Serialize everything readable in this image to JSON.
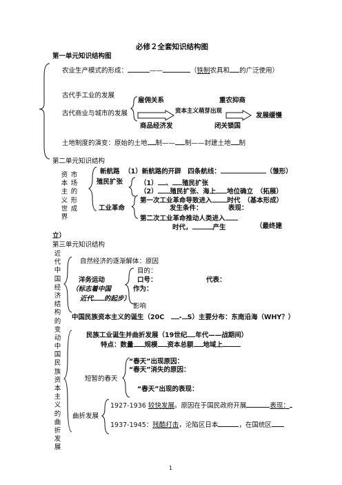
{
  "title": "必修２全套知识结构图",
  "unit1": {
    "heading": "第一单元知识结构图",
    "agri": {
      "label": "农业生产模式的形成：",
      "dash": "——",
      "open": "（",
      "tool": "铁制",
      "mid": "农具和",
      "tail": "的广泛使用）"
    },
    "handicraft": "古代手工业的发展",
    "employment": "雇佣关系",
    "heavy_agri": "重农抑商",
    "commerce": "古代商业与城市的发展",
    "sprout": "资本主义萌芽出现",
    "slow": "发展缓慢",
    "commodity": "商品经济发",
    "closed": "闭关锁国",
    "land": {
      "label": "土地制度的演变：原始的土地",
      "s1": "制——",
      "s2": "制——封建土地",
      "s3": "制"
    }
  },
  "unit2": {
    "heading": "第二单元知识结构",
    "vertical": "资本主义世界市场的形成",
    "route_prefix": "新航路",
    "route_text": "（1）新航路的开辟　四条航线：",
    "route_tail": "（雏形）",
    "colonial": "殖民扩张",
    "c1_a": "（1）",
    "c1_b": "、",
    "c1_c": "殖民扩张",
    "c2_a": "（2）",
    "c2_b": "殖民扩张、海上",
    "c2_c": "地位确立　（拓展）",
    "ind_rev": "工业革命",
    "ir1_a": "第一次工业革命导致进入",
    "ir1_b": "时代　（基本形成）",
    "ir_cond": "发生条件：",
    "ir_perf": "表现：",
    "ir2": "第二次工业革命推动人类进入",
    "era": "时代，",
    "produce": "产生",
    "final": "（最终建",
    "final2": "立）"
  },
  "unit3": {
    "heading": "第三单元知识结构",
    "vertical": "近代中国经济结构的变动",
    "natural": "自然经济的逐渐解体：原因",
    "purpose": "目的：",
    "yangwu": "洋务运动",
    "slogan": "口号：",
    "representative": "代表：",
    "marker": "（标志着中国",
    "start_a": "近代",
    "start_b": "的起步）",
    "effect": "作为：",
    "influence": "影响",
    "birth": "中国民族资本主义的诞生（20C　",
    "birth_b": "-",
    "birth_c": "S）主要分布：东南沿海（WHY？）"
  },
  "unit4": {
    "vertical": "中国民族资本主义的曲折发展",
    "ind_a": "民族工业诞生并曲折发展（19世纪",
    "ind_b": "年代——战期间）",
    "feat_a": "特点：数量",
    "feat_b": "规模",
    "feat_c": "资本总额",
    "feat_d": "地域上",
    "spring": "短暂的春天",
    "sp1": "“春天”出现原因：",
    "sp2": "“春天”消失的原因：",
    "sp3": "“春天”出现的表现：",
    "winding": "曲折发展",
    "w1_a": "1927-1936",
    "w1_b": "较快发展",
    "w1_c": "。原因在于国民政府开展",
    "w1_d": "表现：",
    "w2_a": "1937-1945：",
    "w2_b": "残酷打击",
    "w2_c": "，沦陷区日本",
    "w2_d": "，在国统区"
  },
  "page_number": "1"
}
